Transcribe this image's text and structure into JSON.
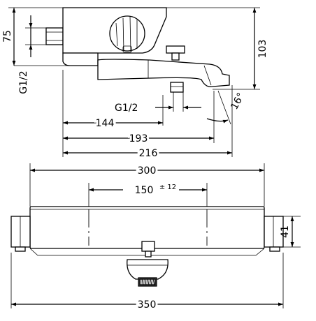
{
  "dimensions": {
    "height_75": "75",
    "height_103": "103",
    "thread_g12_side": "G1/2",
    "thread_g12_spout": "G1/2",
    "angle_16": "16°",
    "len_144": "144",
    "len_193": "193",
    "len_216": "216",
    "width_300": "300",
    "spacing_150": "150",
    "spacing_tolerance": "± 12",
    "width_350": "350",
    "depth_41": "41"
  },
  "colors": {
    "line": "#000000",
    "background": "#ffffff",
    "fill_gray": "#bdbdbd"
  }
}
